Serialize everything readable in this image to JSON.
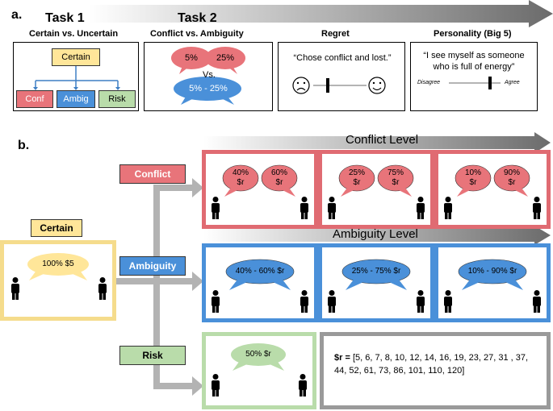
{
  "panel_a": {
    "label": "a.",
    "task1_title": "Task 1",
    "task1_sub": "Certain vs. Uncertain",
    "task2_title": "Task 2",
    "task2_sub": "Conflict vs. Ambiguity",
    "regret_title": "Regret",
    "personality_title": "Personality  (Big 5)",
    "certain_box": "Certain",
    "conf_box": "Conf",
    "ambig_box": "Ambig",
    "risk_box": "Risk",
    "bubble_5": "5%",
    "bubble_25": "25%",
    "vs": "Vs.",
    "bubble_range": "5% - 25%",
    "regret_quote": "“Chose conflict and lost.”",
    "personality_quote_1": "“I see myself as someone",
    "personality_quote_2": "who is full of energy”",
    "disagree": "Disagree",
    "agree": "Agree"
  },
  "panel_b": {
    "label": "b.",
    "conflict_level": "Conflict Level",
    "ambiguity_level": "Ambiguity Level",
    "conflict_label": "Conflict",
    "ambiguity_label": "Ambiguity",
    "risk_label": "Risk",
    "certain_label": "Certain",
    "certain_bubble": "100% $5",
    "conflict_bubbles": [
      {
        "left": "40%",
        "left_r": "$r",
        "right": "60%",
        "right_r": "$r"
      },
      {
        "left": "25%",
        "left_r": "$r",
        "right": "75%",
        "right_r": "$r"
      },
      {
        "left": "10%",
        "left_r": "$r",
        "right": "90%",
        "right_r": "$r"
      }
    ],
    "ambiguity_bubbles": [
      "40% - 60% $r",
      "25% - 75% $r",
      "10% - 90% $r"
    ],
    "risk_bubble": "50% $r",
    "r_label": "$r =",
    "r_values_1": " [5, 6, 7, 8, 10, 12, 14, 16, 19, 23, 27, 31 , 37,",
    "r_values_2": "44, 52, 61, 73, 86, 101, 110, 120]"
  },
  "colors": {
    "conflict": "#e8747a",
    "conflict_border": "#e06b72",
    "ambiguity": "#4a90d9",
    "ambiguity_border": "#4a90d9",
    "risk": "#b9dcaa",
    "risk_border": "#b9dcaa",
    "certain": "#ffe699",
    "certain_border": "#f5dc8c",
    "grey_border": "#9a9a9a"
  }
}
